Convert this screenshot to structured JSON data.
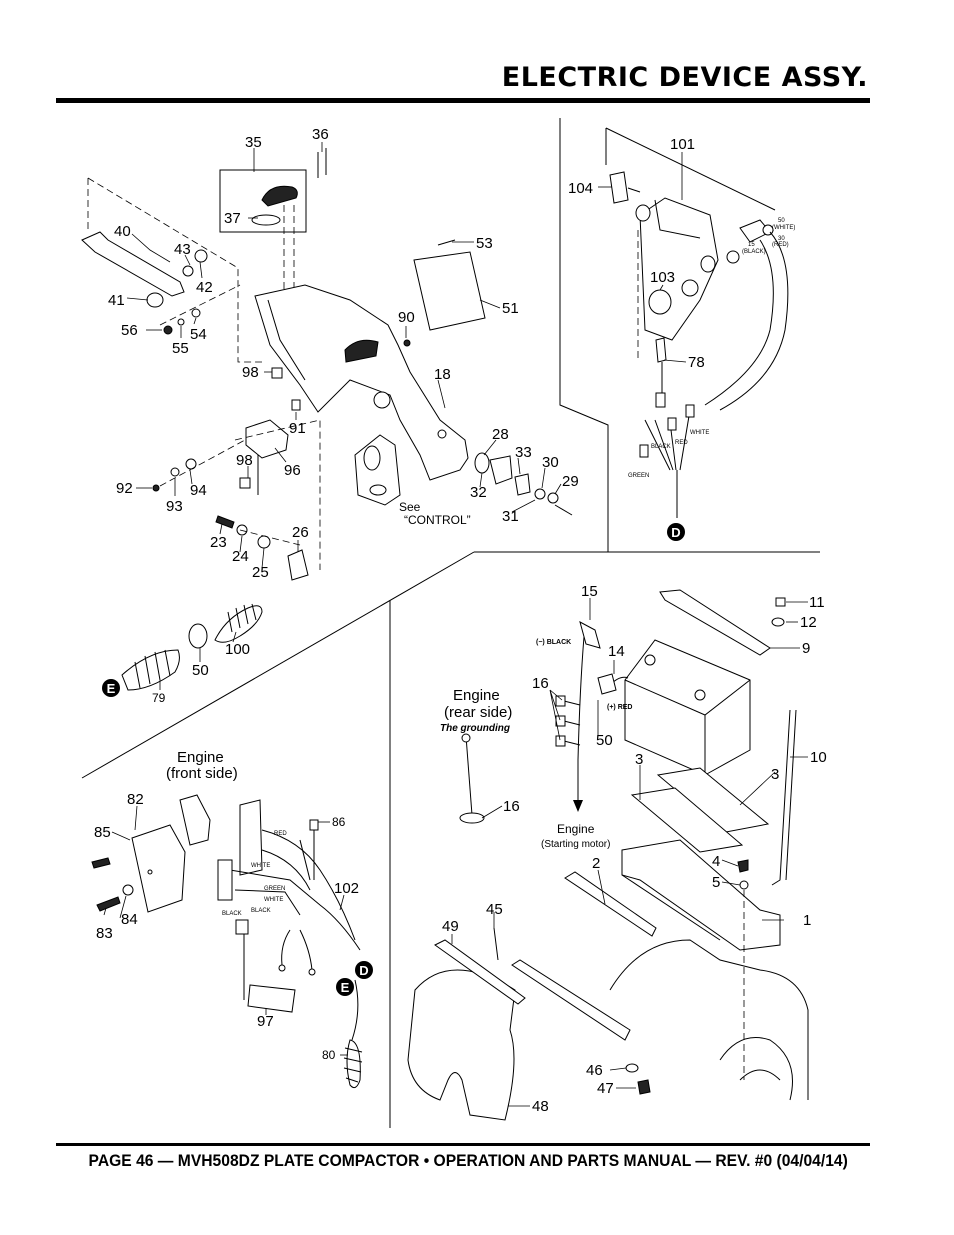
{
  "header": {
    "title": "ELECTRIC DEVICE ASSY."
  },
  "footer": {
    "text": "PAGE 46 — MVH508DZ PLATE COMPACTOR • OPERATION AND PARTS MANUAL — REV. #0 (04/04/14)"
  },
  "callouts": {
    "c35": "35",
    "c36": "36",
    "c37": "37",
    "c40": "40",
    "c43": "43",
    "c42": "42",
    "c41": "41",
    "c53": "53",
    "c51": "51",
    "c56": "56",
    "c55": "55",
    "c54": "54",
    "c90": "90",
    "c98a": "98",
    "c18": "18",
    "c91": "91",
    "c96": "96",
    "c98b": "98",
    "c92": "92",
    "c93": "93",
    "c94": "94",
    "c28": "28",
    "c33": "33",
    "c30": "30",
    "c29": "29",
    "c32": "32",
    "c31": "31",
    "c23": "23",
    "c24": "24",
    "c25": "25",
    "c26": "26",
    "c100": "100",
    "c50a": "50",
    "c79": "79",
    "c101": "101",
    "c104": "104",
    "c103": "103",
    "c78": "78",
    "c15": "15",
    "c11": "11",
    "c12": "12",
    "c9": "9",
    "c14": "14",
    "c16a": "16",
    "c50b": "50",
    "c16b": "16",
    "c3a": "3",
    "c3b": "3",
    "c10": "10",
    "c2": "2",
    "c4": "4",
    "c5": "5",
    "c1": "1",
    "c82": "82",
    "c85": "85",
    "c86": "86",
    "c102": "102",
    "c84": "84",
    "c83": "83",
    "c97": "97",
    "c80": "80",
    "c45": "45",
    "c49": "49",
    "c46": "46",
    "c47": "47",
    "c48": "48"
  },
  "markers": {
    "d_top": "D",
    "e_left": "E",
    "e_bottom": "E",
    "d_bottom": "D"
  },
  "notes": {
    "see": "See",
    "control": "“CONTROL”",
    "engine_rear": "Engine",
    "engine_rear_sub": "(rear side)",
    "grounding": "The grounding",
    "engine_front": "Engine",
    "engine_front_sub": "(front side)",
    "engine_starting": "Engine",
    "engine_starting_sub": "(Starting motor)",
    "neg_black": "(−) BLACK",
    "pos_red": "(+) RED"
  },
  "wire_labels": {
    "w50_white": "50",
    "w50_white_sub": "(WHITE)",
    "w15_black": "15",
    "w15_black_sub": "(BLACK)",
    "w30_red": "30",
    "w30_red_sub": "(RED)",
    "black": "BLACK",
    "red": "RED",
    "white": "WHITE",
    "green": "GREEN",
    "f_red": "RED",
    "f_white": "WHITE",
    "f_green": "GREEN",
    "f_white2": "WHITE",
    "f_black": "BLACK",
    "f_black2": "BLACK"
  }
}
